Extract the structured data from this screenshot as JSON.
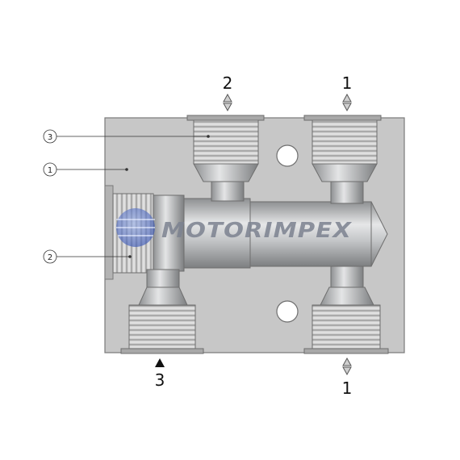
{
  "ports": {
    "top_left": {
      "number": "2",
      "symbol": "bidirectional-arrow-icon"
    },
    "top_right": {
      "number": "1",
      "symbol": "bidirectional-arrow-icon"
    },
    "bottom_left": {
      "number": "3",
      "symbol": "up-arrow-icon"
    },
    "bottom_right": {
      "number": "1",
      "symbol": "bidirectional-arrow-icon"
    }
  },
  "callouts": [
    {
      "label": "3"
    },
    {
      "label": "1"
    },
    {
      "label": "2"
    }
  ],
  "watermark": {
    "text": "MOTORIMPEX"
  },
  "colors": {
    "body": "#c7c7c7",
    "outline": "#6e6e6e",
    "metal": "#b8babc",
    "thread_light": "#d6d6d6",
    "thread_dark": "#8a8a8a"
  }
}
